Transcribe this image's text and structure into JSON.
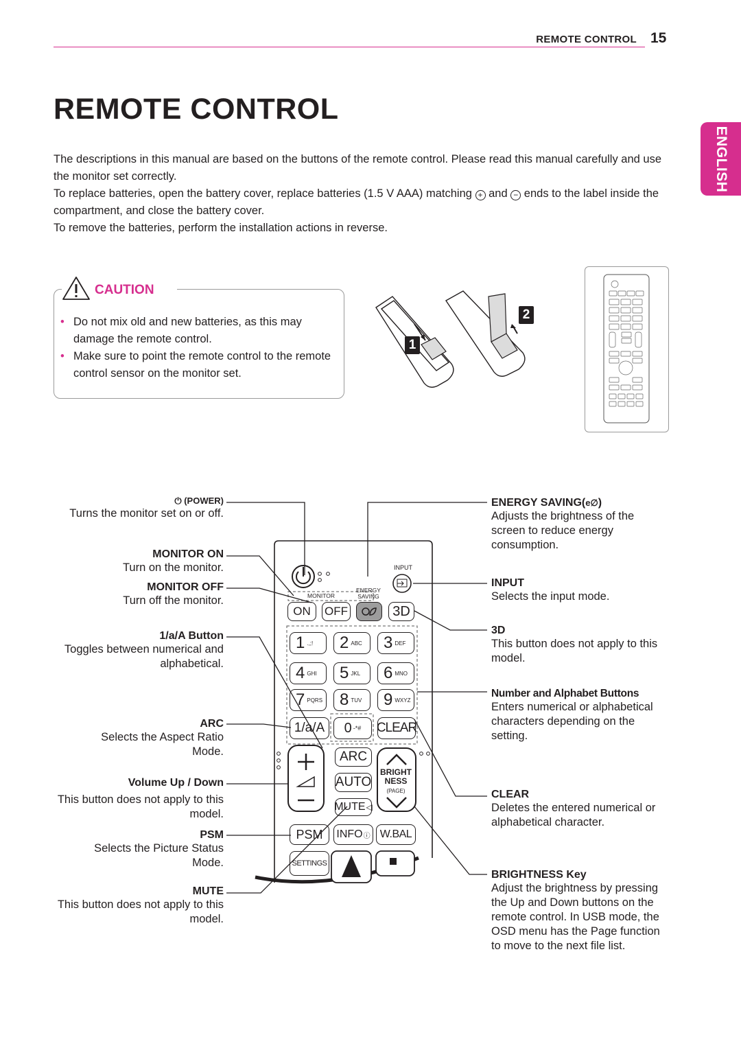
{
  "header": {
    "section": "REMOTE CONTROL",
    "page": "15"
  },
  "language_tab": "ENGLISH",
  "title": "REMOTE CONTROL",
  "intro": {
    "p1": "The descriptions in this manual are based on the buttons of the remote control. Please read this manual carefully and use the monitor set correctly.",
    "p2_before": "To replace batteries, open the battery cover, replace batteries (1.5 V AAA) matching ",
    "p2_mid": " and ",
    "p2_after": " ends to the label inside the compartment, and close the battery cover.",
    "plus_symbol": "+",
    "minus_symbol": "−",
    "p3": "To remove the batteries, perform the installation actions in reverse."
  },
  "caution": {
    "label": "CAUTION",
    "icon": "warning-triangle-icon",
    "items": [
      "Do not mix old and new batteries, as this may damage the remote control.",
      "Make sure to point the remote control to the remote control sensor on the monitor set."
    ]
  },
  "battery_steps": [
    "1",
    "2"
  ],
  "left_labels": {
    "power": {
      "label": "(POWER)",
      "desc": "Turns the monitor set on or off."
    },
    "monitor_on": {
      "label": "MONITOR ON",
      "desc": "Turn on the monitor."
    },
    "monitor_off": {
      "label": "MONITOR OFF",
      "desc": "Turn off the monitor."
    },
    "one_a": {
      "label": "1/a/A Button",
      "desc": "Toggles between numerical and alphabetical."
    },
    "arc": {
      "label": "ARC",
      "desc": "Selects the Aspect Ratio Mode."
    },
    "volume": {
      "label": "Volume Up / Down",
      "desc": "This button does not apply to this model."
    },
    "psm": {
      "label": "PSM",
      "desc": "Selects the Picture Status Mode."
    },
    "mute": {
      "label": "MUTE",
      "desc": "This button does not apply to this model."
    }
  },
  "right_labels": {
    "energy": {
      "label": "ENERGY SAVING(",
      "label_end": ")",
      "desc": "Adjusts the brightness of the screen to reduce energy consumption."
    },
    "input": {
      "label": "INPUT",
      "desc": "Selects the input mode."
    },
    "three_d": {
      "label": "3D",
      "desc": "This button does not apply to this model."
    },
    "numbers": {
      "label": "Number and Alphabet Buttons",
      "desc": "Enters numerical or alphabetical characters depending on the setting."
    },
    "clear": {
      "label": "CLEAR",
      "desc": "Deletes the entered numerical or alphabetical character."
    },
    "brightness": {
      "label": "BRIGHTNESS Key",
      "desc": "Adjust the brightness by pressing the Up and Down buttons on the remote control. In USB mode, the OSD menu has the Page function to move to the next file list."
    }
  },
  "remote": {
    "input_label": "INPUT",
    "monitor_label": "MONITOR",
    "energy_label_1": "ENERGY",
    "energy_label_2": "SAVING",
    "on": "ON",
    "off": "OFF",
    "three_d": "3D",
    "keys": [
      {
        "num": "1",
        "sub": ".,;!"
      },
      {
        "num": "2",
        "sub": "ABC"
      },
      {
        "num": "3",
        "sub": "DEF"
      },
      {
        "num": "4",
        "sub": "GHI"
      },
      {
        "num": "5",
        "sub": "JKL"
      },
      {
        "num": "6",
        "sub": "MNO"
      },
      {
        "num": "7",
        "sub": "PQRS"
      },
      {
        "num": "8",
        "sub": "TUV"
      },
      {
        "num": "9",
        "sub": "WXYZ"
      }
    ],
    "one_a": "1/a/A",
    "zero": "0",
    "zero_sub": "-*#",
    "clear": "CLEAR",
    "arc": "ARC",
    "auto": "AUTO",
    "mute": "MUTE",
    "bright_1": "BRIGHT",
    "bright_2": "NESS",
    "page": "(PAGE)",
    "psm": "PSM",
    "info": "INFO",
    "wbal": "W.BAL",
    "settings": "SETTINGS"
  }
}
